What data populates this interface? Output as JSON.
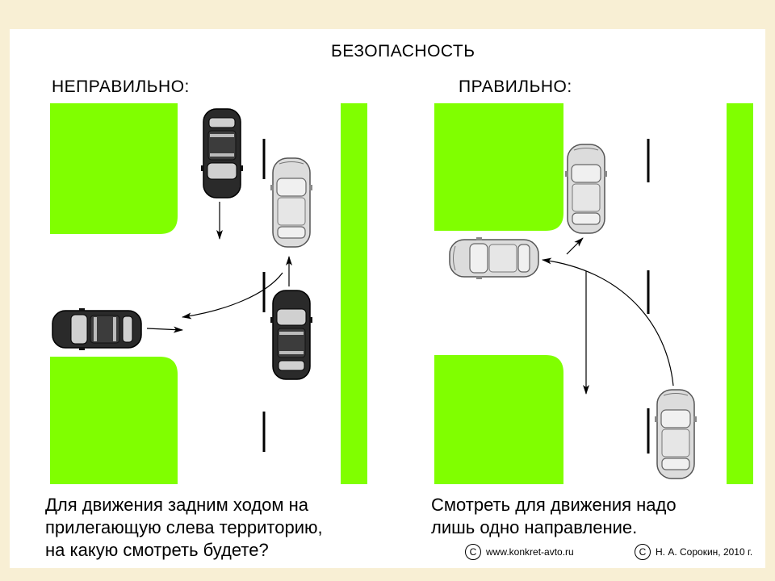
{
  "title": "БЕЗОПАСНОСТЬ",
  "left": {
    "heading": "НЕПРАВИЛЬНО:",
    "caption": "Для движения задним ходом на\nприлегающую слева территорию,\nна какую смотреть будете?"
  },
  "right": {
    "heading": "ПРАВИЛЬНО:",
    "caption": "Смотреть для движения надо\nлишь одно направление."
  },
  "credits": {
    "site": "www.konkret-avto.ru",
    "author": "Н. А. Сорокин, 2010 г.",
    "copyright_symbol": "C"
  },
  "colors": {
    "page_background": "#f8efd4",
    "grass": "#80ff00",
    "dark_car": "#222222",
    "light_car": "#dcdcdc"
  }
}
